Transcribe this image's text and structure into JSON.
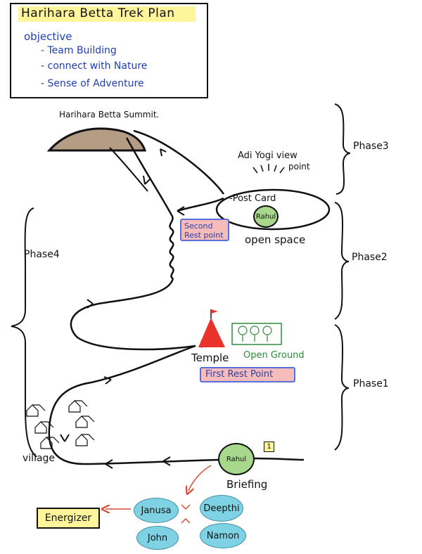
{
  "header": {
    "title": "Harihara Betta Trek Plan",
    "objective_label": "objective",
    "objectives": [
      "- Team Building",
      "- connect with Nature",
      "- Sense of Adventure"
    ]
  },
  "labels": {
    "summit": "Harihara Betta Summit.",
    "adi_yogi": "Adi Yogi view",
    "adi_yogi_sub": "point",
    "post_card": "-Post Card",
    "open_space": "open space",
    "second_rest": [
      "Second",
      "Rest point"
    ],
    "temple": "Temple",
    "open_ground": "Open Ground",
    "first_rest": "First Rest Point",
    "village": "village",
    "briefing": "Briefing"
  },
  "phases": {
    "phase3": "Phase3",
    "phase2": "Phase2",
    "phase1": "Phase1",
    "phase4": "Phase4"
  },
  "nodes": {
    "rahul_top": "Rahul",
    "rahul_bottom": "Rahul",
    "badge": "1"
  },
  "team": {
    "members": [
      "Janusa",
      "Deepthi",
      "John",
      "Namon"
    ],
    "energizer": "Energizer"
  },
  "colors": {
    "temple_red": "#e8322a",
    "node_green": "#a8d88c",
    "bubble_blue": "#7fd2e3",
    "highlight_yellow": "#fff59a",
    "rest_pink": "#f6bcbc",
    "ink_blue": "#1f3fb3",
    "ground_green": "#2f8a3a",
    "arrow_red": "#d94a3a"
  }
}
